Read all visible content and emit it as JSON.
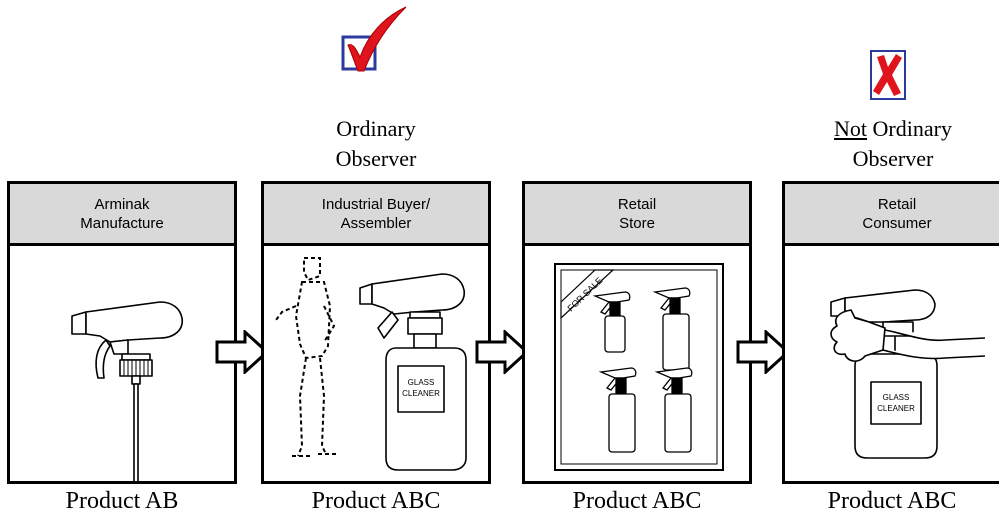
{
  "stages": [
    {
      "header_line1": "Arminak",
      "header_line2": "Manufacture",
      "caption": "Product AB"
    },
    {
      "header_line1": "Industrial Buyer/",
      "header_line2": "Assembler",
      "caption": "Product ABC"
    },
    {
      "header_line1": "Retail",
      "header_line2": "Store",
      "caption": "Product ABC"
    },
    {
      "header_line1": "Retail",
      "header_line2": "Consumer",
      "caption": "Product ABC"
    }
  ],
  "observers": {
    "ordinary_line1": "Ordinary",
    "ordinary_line2": "Observer",
    "not_word": "Not",
    "not_ordinary_rest": " Ordinary",
    "not_line2": "Observer"
  },
  "labels": {
    "glass_cleaner_line1": "GLASS",
    "glass_cleaner_line2": "CLEANER",
    "for_sale": "FOR SALE"
  },
  "icons": {
    "check": "check-mark-icon",
    "cross": "x-mark-icon",
    "arrow": "right-arrow-icon"
  },
  "colors": {
    "header_fill": "#d9d9d9",
    "check_red": "#e0141c",
    "box_blue": "#2b3a9c"
  }
}
